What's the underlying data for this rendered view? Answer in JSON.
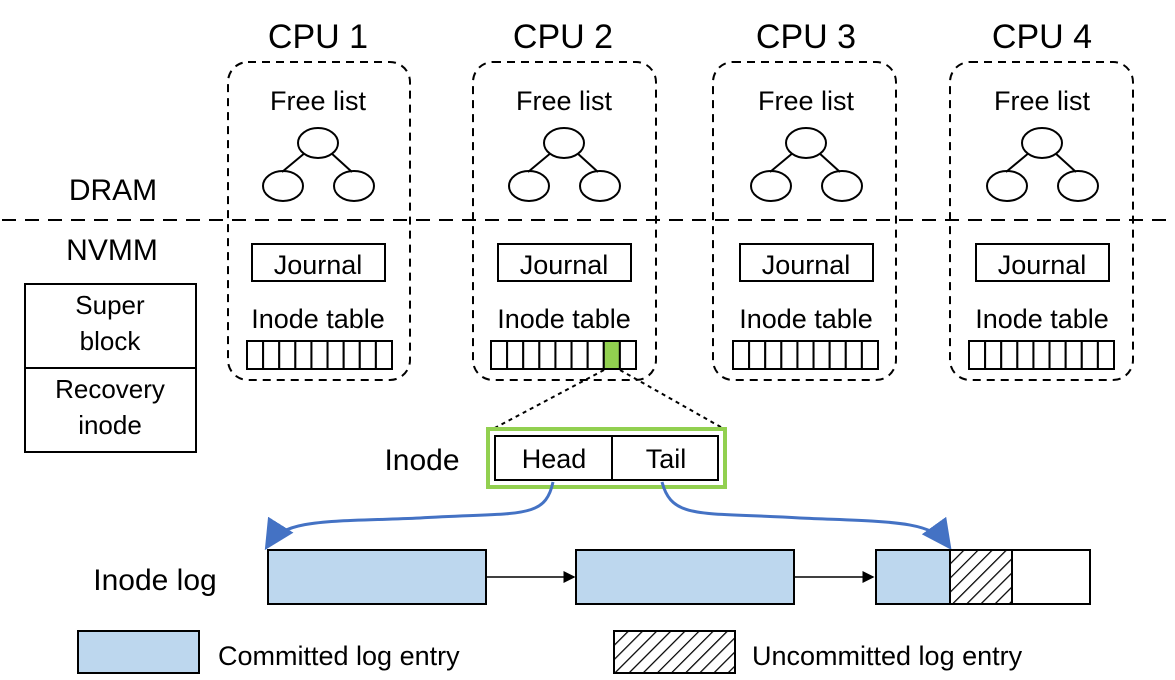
{
  "layers": {
    "dram": "DRAM",
    "nvmm": "NVMM"
  },
  "cpus": [
    {
      "title": "CPU 1",
      "free_list": "Free list",
      "journal": "Journal",
      "inode_table": "Inode table",
      "highlight_slot": null
    },
    {
      "title": "CPU 2",
      "free_list": "Free list",
      "journal": "Journal",
      "inode_table": "Inode table",
      "highlight_slot": 7
    },
    {
      "title": "CPU 3",
      "free_list": "Free list",
      "journal": "Journal",
      "inode_table": "Inode table",
      "highlight_slot": null
    },
    {
      "title": "CPU 4",
      "free_list": "Free list",
      "journal": "Journal",
      "inode_table": "Inode table",
      "highlight_slot": null
    }
  ],
  "inode_table_slots": 9,
  "super_block": "Super\nblock",
  "recovery_inode": "Recovery\ninode",
  "inode": {
    "label": "Inode",
    "head": "Head",
    "tail": "Tail"
  },
  "inode_log": {
    "label": "Inode log",
    "pages": [
      {
        "entries": [
          "committed"
        ]
      },
      {
        "entries": [
          "committed"
        ]
      },
      {
        "entries": [
          "committed",
          "uncommitted",
          "empty"
        ]
      }
    ]
  },
  "legend": {
    "committed": "Committed log entry",
    "uncommitted": "Uncommitted log entry"
  },
  "colors": {
    "committed": "#bdd7ee",
    "highlight": "#92d050",
    "arrow": "#4472c4",
    "inode_border": "#92d050",
    "stroke": "#000000"
  },
  "icons": [
    "tree-icon",
    "arrowhead-icon"
  ]
}
